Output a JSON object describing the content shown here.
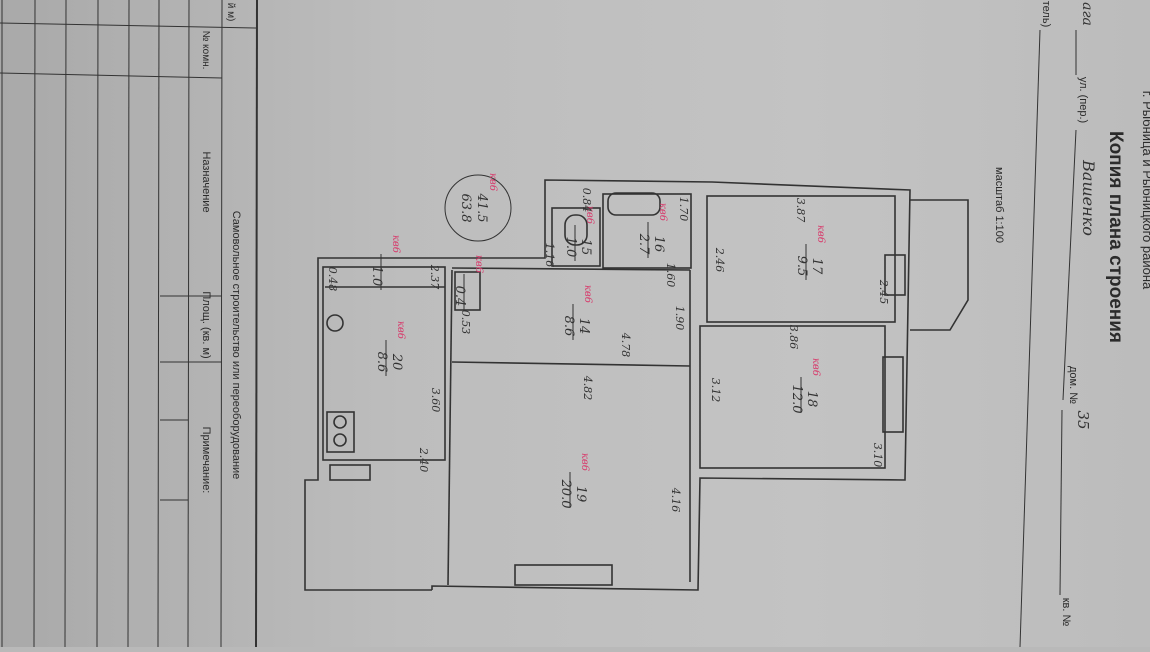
{
  "header": {
    "authority": "г. Рыбница и Рыбницкого района",
    "title": "Копия плана строения",
    "street_label": "ул. (пер.)",
    "street_value": "Вашенко",
    "house_label": "дом. №",
    "house_value": "35",
    "apartment_label": "кв. №",
    "owner_fragment": "тель)",
    "city_fragment": "ага",
    "scale": "масштаб 1:100"
  },
  "table": {
    "title": "Самовольное строительство или переоборудование",
    "fragment": "й м)",
    "columns": [
      "№ комн.",
      "Назначение",
      "Площ. (кв. м)",
      "Примечание:"
    ]
  },
  "summary": {
    "living": "41.5",
    "total": "63.8",
    "mark": "кв6"
  },
  "rooms": [
    {
      "mark": "кв6",
      "number": "17",
      "area": "9.5"
    },
    {
      "mark": "кв6",
      "number": "18",
      "area": "12.0"
    },
    {
      "mark": "кв6",
      "number": "19",
      "area": "20.0"
    },
    {
      "mark": "кв6",
      "number": "20",
      "area": "8.6"
    },
    {
      "mark": "кв6",
      "number": "14",
      "area": "8.6"
    },
    {
      "mark": "кв6",
      "number": "16",
      "area": "2.7"
    },
    {
      "mark": "кв6",
      "number": "15",
      "area": "1.0"
    },
    {
      "mark": "кв6",
      "number": "",
      "area": "0.4"
    },
    {
      "mark": "кв6",
      "number": "",
      "area": "1.0"
    }
  ],
  "dimensions": [
    "3.87",
    "2.46",
    "2.45",
    "3.86",
    "3.12",
    "3.10",
    "4.16",
    "4.78",
    "4.82",
    "1.90",
    "3.60",
    "2.40",
    "2.37",
    "0.48",
    "0.53",
    "0.84",
    "1.70",
    "1.60",
    "1.16"
  ]
}
